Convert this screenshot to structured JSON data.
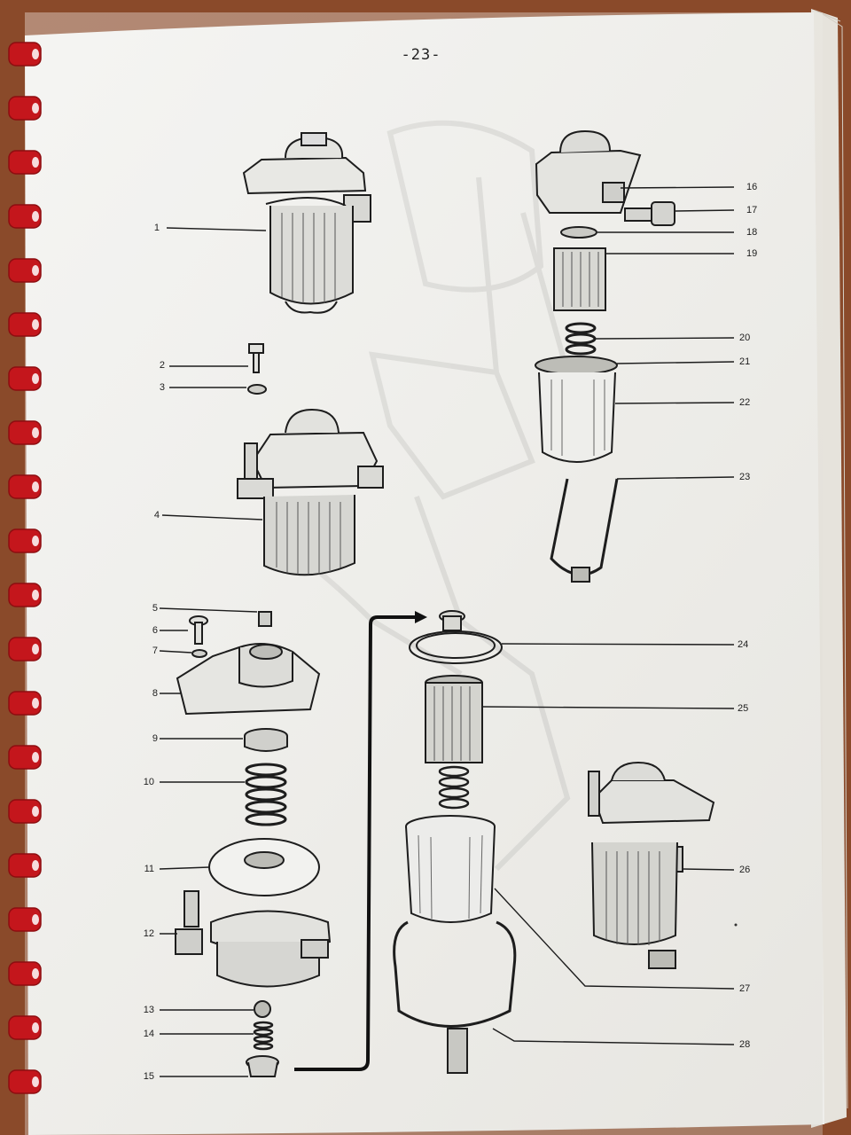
{
  "page": {
    "number": "-23-"
  },
  "callouts": [
    {
      "id": "1",
      "label": "1"
    },
    {
      "id": "2",
      "label": "2"
    },
    {
      "id": "3",
      "label": "3"
    },
    {
      "id": "4",
      "label": "4"
    },
    {
      "id": "5",
      "label": "5"
    },
    {
      "id": "6",
      "label": "6"
    },
    {
      "id": "7",
      "label": "7"
    },
    {
      "id": "8",
      "label": "8"
    },
    {
      "id": "9",
      "label": "9"
    },
    {
      "id": "10",
      "label": "10"
    },
    {
      "id": "11",
      "label": "11"
    },
    {
      "id": "12",
      "label": "12"
    },
    {
      "id": "13",
      "label": "13"
    },
    {
      "id": "14",
      "label": "14"
    },
    {
      "id": "15",
      "label": "15"
    },
    {
      "id": "16",
      "label": "16"
    },
    {
      "id": "17",
      "label": "17"
    },
    {
      "id": "18",
      "label": "18"
    },
    {
      "id": "19",
      "label": "19"
    },
    {
      "id": "20",
      "label": "20"
    },
    {
      "id": "21",
      "label": "21"
    },
    {
      "id": "22",
      "label": "22"
    },
    {
      "id": "23",
      "label": "23"
    },
    {
      "id": "24",
      "label": "24"
    },
    {
      "id": "25",
      "label": "25"
    },
    {
      "id": "26",
      "label": "26"
    },
    {
      "id": "27",
      "label": "27"
    },
    {
      "id": "28",
      "label": "28"
    }
  ],
  "colors": {
    "background": "#8a4a2a",
    "paper": "#efefec",
    "ink": "#1d1d1d",
    "binding": "#c4161c"
  }
}
